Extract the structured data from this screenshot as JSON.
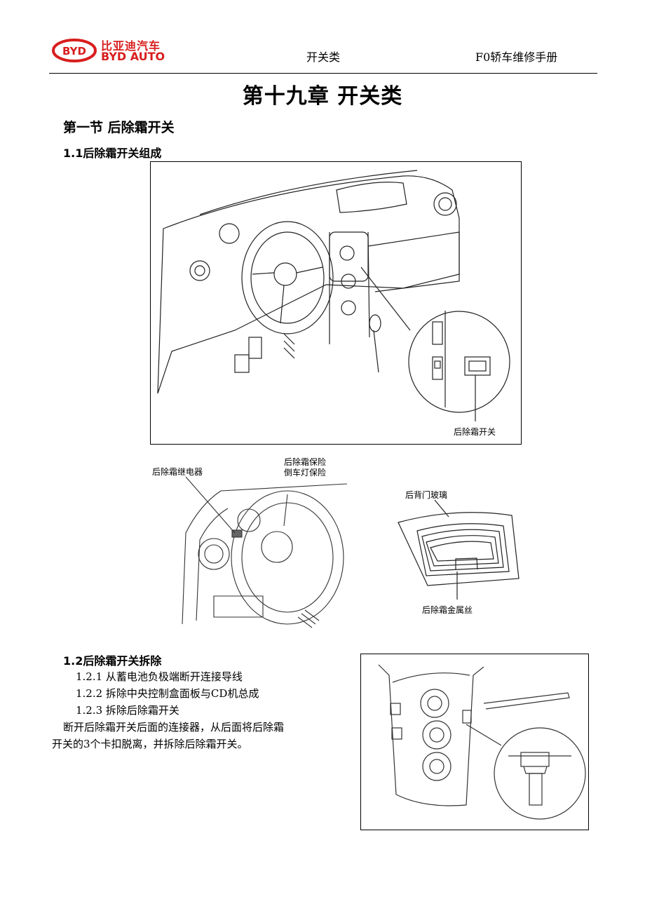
{
  "header": {
    "logo_cn": "比亚迪汽车",
    "logo_en": "BYD AUTO",
    "logo_mark": "BYD",
    "center_title": "开关类",
    "right_title": "F0轿车维修手册"
  },
  "chapter_title": "第十九章  开关类",
  "section_title": "第一节  后除霜开关",
  "subsection_1": "1.1后除霜开关组成",
  "figure1": {
    "callout": "后除霜开关"
  },
  "figure2": {
    "relay_label": "后除霜继电器",
    "fuse_label_1": "后除霜保险",
    "fuse_label_2": "倒车灯保险"
  },
  "figure3": {
    "glass_label": "后背门玻璃",
    "wire_label": "后除霜金属丝"
  },
  "subsection_2": "1.2后除霜开关拆除",
  "steps": [
    "1.2.1 从蓄电池负极端断开连接导线",
    "1.2.2   拆除中央控制盒面板与CD机总成",
    "1.2.3 拆除后除霜开关"
  ],
  "paragraph_line1": "断开后除霜开关后面的连接器，从后面将后除霜",
  "paragraph_line2": "开关的3个卡扣脱离，并拆除后除霜开关。",
  "colors": {
    "brand_red": "#d81e1e",
    "text": "#000000"
  }
}
